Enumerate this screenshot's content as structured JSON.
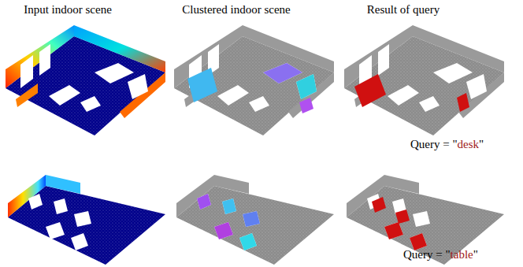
{
  "diagram": {
    "labels": [
      "Input indoor scene",
      "Clustered indoor scene",
      "Result of query",
      "Query = \"desk\"",
      "Query = \"table\""
    ]
  }
}
